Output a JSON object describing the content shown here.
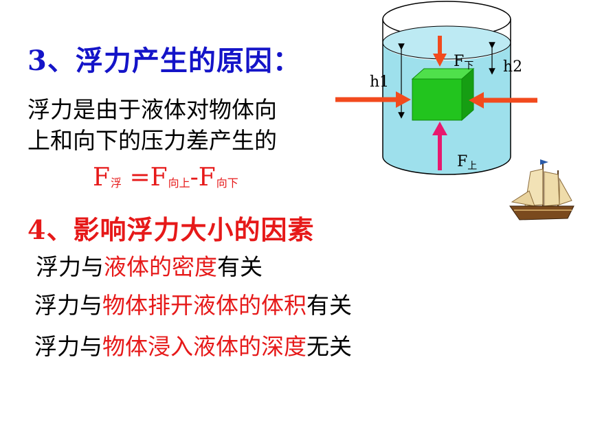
{
  "section3": {
    "title": "3、浮力产生的原因：",
    "line1": "浮力是由于液体对物体向",
    "line2": "上和向下的压力差产生的"
  },
  "formula": {
    "f1": "F",
    "s1": "浮",
    "eq": "=F",
    "s2": "向上",
    "minus": "-F",
    "s3": "向下"
  },
  "section4": {
    "title": "4、影响浮力大小的因素",
    "facts": [
      {
        "pre": "浮力与",
        "red": "液体的密度",
        "post": "有关"
      },
      {
        "pre": "浮力与",
        "red": "物体排开液体的体积",
        "post": "有关"
      },
      {
        "pre": "浮力与",
        "red": "物体浸入液体的深度",
        "post": "无关"
      }
    ]
  },
  "diagram": {
    "label_f_down": "F",
    "label_f_down_sub": "下",
    "label_f_up": "F",
    "label_f_up_sub": "上",
    "label_h1": "h1",
    "label_h2": "h2"
  },
  "colors": {
    "heading_blue": "#1414c8",
    "red": "#e61919",
    "water": "#9ee0ec",
    "cube": "#22c41e",
    "arrow_orange": "#f24a1d",
    "arrow_pink": "#e8196e"
  }
}
